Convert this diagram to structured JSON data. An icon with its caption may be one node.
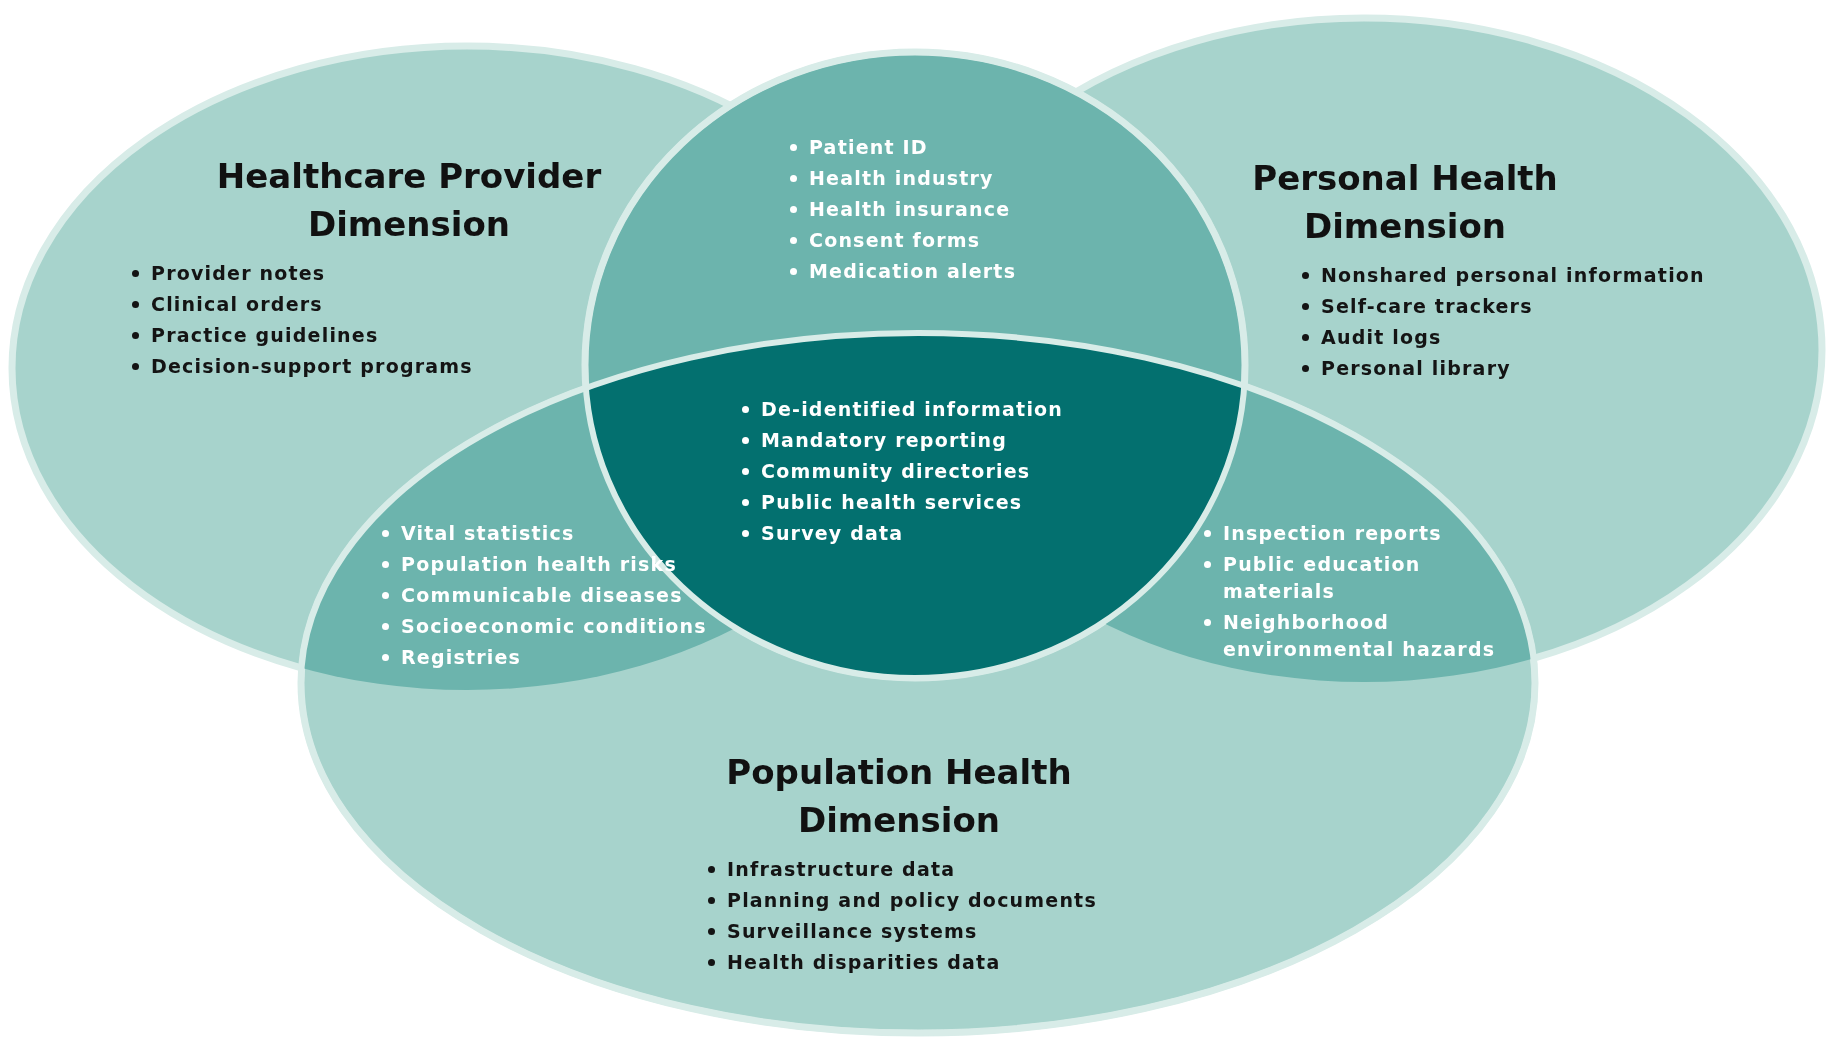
{
  "diagram": {
    "nodes": [
      {
        "text": [
          "Healthcare Provider Dimension",
          "Provider notes",
          "Clinical orders",
          "Practice guidelines",
          "Decision-support programs"
        ]
      },
      {
        "text": [
          "Patient ID",
          "Health industry",
          "Health insurance",
          "Consent forms",
          "Medication alerts"
        ]
      },
      {
        "text": [
          "Personal Health Dimension",
          "Nonshared personal information",
          "Self-care trackers",
          "Audit logs",
          "Personal library"
        ]
      },
      {
        "text": [
          "De-identified information",
          "Mandatory reporting",
          "Community directories",
          "Public health services",
          "Survey data"
        ]
      },
      {
        "text": [
          "Vital statistics",
          "Population health risks",
          "Communicable diseases",
          "Socioeconomic conditions",
          "Registries"
        ]
      },
      {
        "text": [
          "Inspection reports",
          "Public education materials",
          "Neighborhood environmental hazards"
        ]
      },
      {
        "text": [
          "Population Health Dimension",
          "Infrastructure data",
          "Planning and policy documents",
          "Surveillance systems",
          "Health disparities data"
        ]
      }
    ]
  }
}
